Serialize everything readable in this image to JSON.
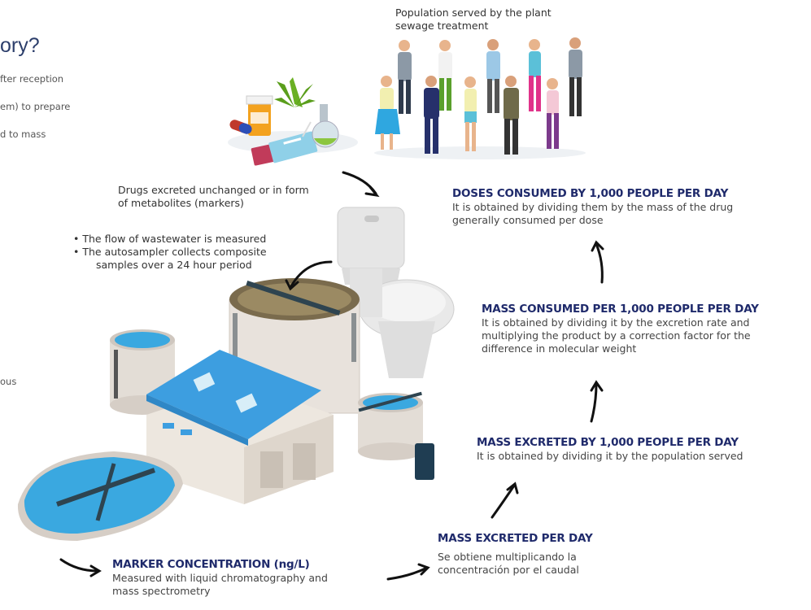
{
  "left_panel": {
    "title_fragment": "ory?",
    "lines": [
      "fter reception",
      "em) to prepare",
      "d to mass",
      "ous"
    ]
  },
  "population_label": "Population served by the plant sewage treatment",
  "drugs_label": "Drugs excreted unchanged or in form of metabolites (markers)",
  "flow_notes": [
    "• The flow of wastewater is measured",
    "• The autosampler collects composite",
    "samples over a 24 hour period"
  ],
  "steps": {
    "marker": {
      "title": "MARKER CONCENTRATION (ng/L)",
      "desc": "Measured with liquid chromatography and mass spectrometry"
    },
    "excreted_day": {
      "title": "MASS EXCRETED PER DAY",
      "desc": "Se obtiene multiplicando la concentración por el caudal"
    },
    "excreted_1000": {
      "title": "MASS EXCRETED BY 1,000 PEOPLE PER DAY",
      "desc": "It is obtained by dividing it by the population served"
    },
    "consumed_1000": {
      "title": "MASS CONSUMED PER 1,000 PEOPLE PER DAY",
      "desc": "It is obtained by dividing it by the excretion rate and multiplying the product by a correction factor for the difference in molecular weight"
    },
    "doses_1000": {
      "title": "DOSES CONSUMED BY 1,000 PEOPLE PER DAY",
      "desc": "It is obtained by dividing them by the mass of the drug generally consumed per dose"
    }
  },
  "colors": {
    "heading": "#1f2a6b",
    "water": "#3aa8e0",
    "roof": "#3d9ee0",
    "arrow": "#111111"
  }
}
